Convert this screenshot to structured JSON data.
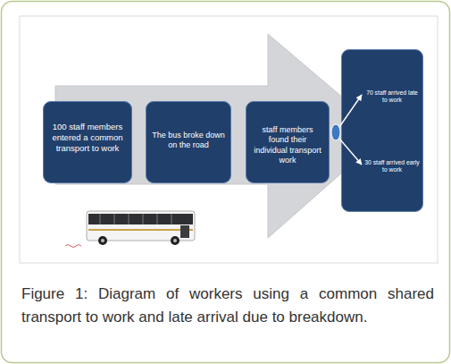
{
  "diagram": {
    "caption": "Figure 1: Diagram of workers using a common shared transport to work and late arrival due to breakdown.",
    "nodes": [
      {
        "text": [
          "100 staff members entered a common transport to work"
        ]
      },
      {
        "text": [
          "The bus broke down on the road"
        ]
      },
      {
        "text": [
          "staff members found their individual transport work"
        ]
      },
      {
        "text": [
          "70 staff arrived late to work",
          "30 staff arrived early to work"
        ]
      }
    ]
  }
}
